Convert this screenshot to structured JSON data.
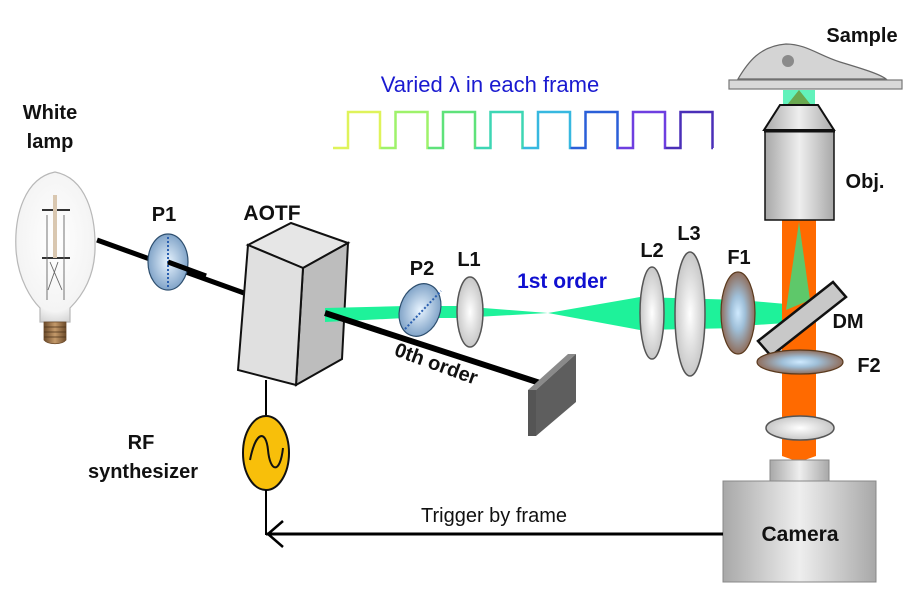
{
  "title": "AOTF-based wavelength-scanning microscope setup",
  "labels": {
    "white_lamp_line1": "White",
    "white_lamp_line2": "lamp",
    "p1": "P1",
    "aotf": "AOTF",
    "p2": "P2",
    "l1": "L1",
    "first_order": "1st order",
    "zeroth_order": "0th order",
    "l2": "L2",
    "l3": "L3",
    "f1": "F1",
    "dm": "DM",
    "f2": "F2",
    "sample": "Sample",
    "objective": "Obj.",
    "rf_line1": "RF",
    "rf_line2": "synthesizer",
    "trigger": "Trigger by frame",
    "camera": "Camera",
    "wave_caption": "Varied λ in each frame"
  },
  "wave_colors": [
    "#dff35a",
    "#9ef26a",
    "#5fe27a",
    "#3dd6b4",
    "#37b8e0",
    "#2a5fd8",
    "#6e3ee0",
    "#4a2fb8"
  ],
  "colors": {
    "excitation_beam": "#1ef29a",
    "emission_beam": "#ff6a00",
    "first_order_text": "#1010d0",
    "caption_text": "#1a1ad0",
    "rf_fill": "#f8bf0a",
    "beam_line": "#000000"
  }
}
